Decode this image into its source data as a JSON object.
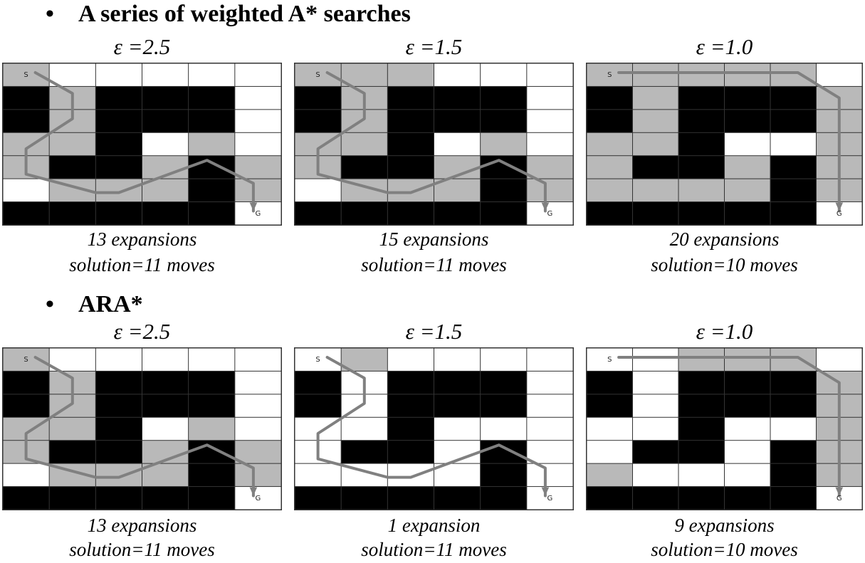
{
  "sections": [
    {
      "title": "A series of weighted A* searches",
      "bullet": "•",
      "panels": [
        {
          "epsilon_label": "ε =2.5",
          "expansions": "13 expansions",
          "solution": "solution=11 moves",
          "grid": [
            "G W W W W W",
            "B G B B B W",
            "B G B B B W",
            "G G B W G W",
            "G B B G B G",
            "W G G G B G",
            "B B B B B W"
          ],
          "path": [
            [
              0.7,
              0.4
            ],
            [
              1.5,
              1.3
            ],
            [
              1.5,
              2.4
            ],
            [
              0.5,
              3.7
            ],
            [
              0.5,
              4.8
            ],
            [
              2,
              5.6
            ],
            [
              2.5,
              5.6
            ],
            [
              4.4,
              4.2
            ],
            [
              5.4,
              5.2
            ],
            [
              5.4,
              6.4
            ]
          ]
        },
        {
          "epsilon_label": "ε =1.5",
          "expansions": "15 expansions",
          "solution": "solution=11 moves",
          "grid": [
            "G G G W W W",
            "B G B B B W",
            "B G B B B W",
            "G G B W G W",
            "G B B G B G",
            "W G G G B G",
            "B B B B B W"
          ],
          "path": [
            [
              0.7,
              0.4
            ],
            [
              1.5,
              1.3
            ],
            [
              1.5,
              2.4
            ],
            [
              0.5,
              3.7
            ],
            [
              0.5,
              4.8
            ],
            [
              2,
              5.6
            ],
            [
              2.5,
              5.6
            ],
            [
              4.4,
              4.2
            ],
            [
              5.4,
              5.2
            ],
            [
              5.4,
              6.4
            ]
          ]
        },
        {
          "epsilon_label": "ε =1.0",
          "expansions": "20 expansions",
          "solution": "solution=10 moves",
          "grid": [
            "G G G G G W",
            "B G B B B G",
            "B G B B B G",
            "G G B W W G",
            "G B B G B G",
            "G G G G B G",
            "B B B B B W"
          ],
          "path": [
            [
              0.7,
              0.4
            ],
            [
              4.6,
              0.4
            ],
            [
              5.5,
              1.5
            ],
            [
              5.5,
              6.4
            ]
          ]
        }
      ]
    },
    {
      "title": "ARA*",
      "bullet": "•",
      "panels": [
        {
          "epsilon_label": "ε =2.5",
          "expansions": "13 expansions",
          "solution": "solution=11 moves",
          "grid": [
            "G W W W W W",
            "B G B B B W",
            "B G B B B W",
            "G G B W G W",
            "G B B G B G",
            "W G G G B G",
            "B B B B B W"
          ],
          "path": [
            [
              0.7,
              0.4
            ],
            [
              1.5,
              1.3
            ],
            [
              1.5,
              2.4
            ],
            [
              0.5,
              3.7
            ],
            [
              0.5,
              4.8
            ],
            [
              2,
              5.6
            ],
            [
              2.5,
              5.6
            ],
            [
              4.4,
              4.2
            ],
            [
              5.4,
              5.2
            ],
            [
              5.4,
              6.4
            ]
          ]
        },
        {
          "epsilon_label": "ε =1.5",
          "expansions": "1 expansion",
          "solution": "solution=11 moves",
          "grid": [
            "W G W W W W",
            "B W B B B W",
            "B W B B B W",
            "W W B W W W",
            "W B B W B W",
            "W W W W B W",
            "B B B B B W"
          ],
          "path": [
            [
              0.7,
              0.4
            ],
            [
              1.5,
              1.3
            ],
            [
              1.5,
              2.4
            ],
            [
              0.5,
              3.7
            ],
            [
              0.5,
              4.8
            ],
            [
              2,
              5.6
            ],
            [
              2.5,
              5.6
            ],
            [
              4.4,
              4.2
            ],
            [
              5.4,
              5.2
            ],
            [
              5.4,
              6.4
            ]
          ]
        },
        {
          "epsilon_label": "ε =1.0",
          "expansions": "9 expansions",
          "solution": "solution=10 moves",
          "grid": [
            "W W G G G W",
            "B W B B B G",
            "B W B B B G",
            "W W B W W G",
            "W B B W B G",
            "G W W W B G",
            "B B B B B W"
          ],
          "path": [
            [
              0.7,
              0.4
            ],
            [
              4.6,
              0.4
            ],
            [
              5.5,
              1.5
            ],
            [
              5.5,
              6.4
            ]
          ]
        }
      ]
    }
  ],
  "cell_labels": {
    "start": "S",
    "goal": "G"
  },
  "colors": {
    "gray": "#b9b9b9",
    "black": "#000000",
    "white": "#ffffff",
    "path": "#808080",
    "gridline": "#555555"
  }
}
